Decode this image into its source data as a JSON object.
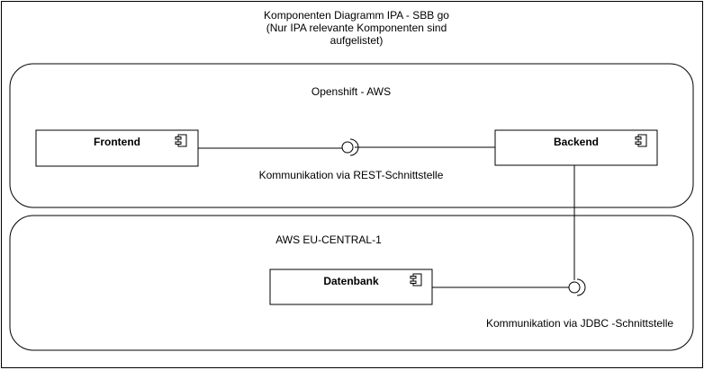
{
  "title": {
    "line1": "Komponenten Diagramm IPA - SBB go",
    "line2": "(Nur IPA relevante Komponenten sind",
    "line3": "aufgelistet)"
  },
  "openshift": {
    "label": "Openshift - AWS"
  },
  "aws_region": {
    "label": "AWS EU-CENTRAL-1"
  },
  "components": {
    "frontend": "Frontend",
    "backend": "Backend",
    "datenbank": "Datenbank"
  },
  "connectors": {
    "rest_label": "Kommunikation via REST-Schnittstelle",
    "jdbc_label": "Kommunikation via JDBC -Schnittstelle"
  },
  "colors": {
    "stroke": "#000000",
    "fill": "#ffffff",
    "text": "#000000"
  },
  "icons": {
    "component": "uml-component-icon",
    "interface": "lollipop-socket-icon"
  }
}
